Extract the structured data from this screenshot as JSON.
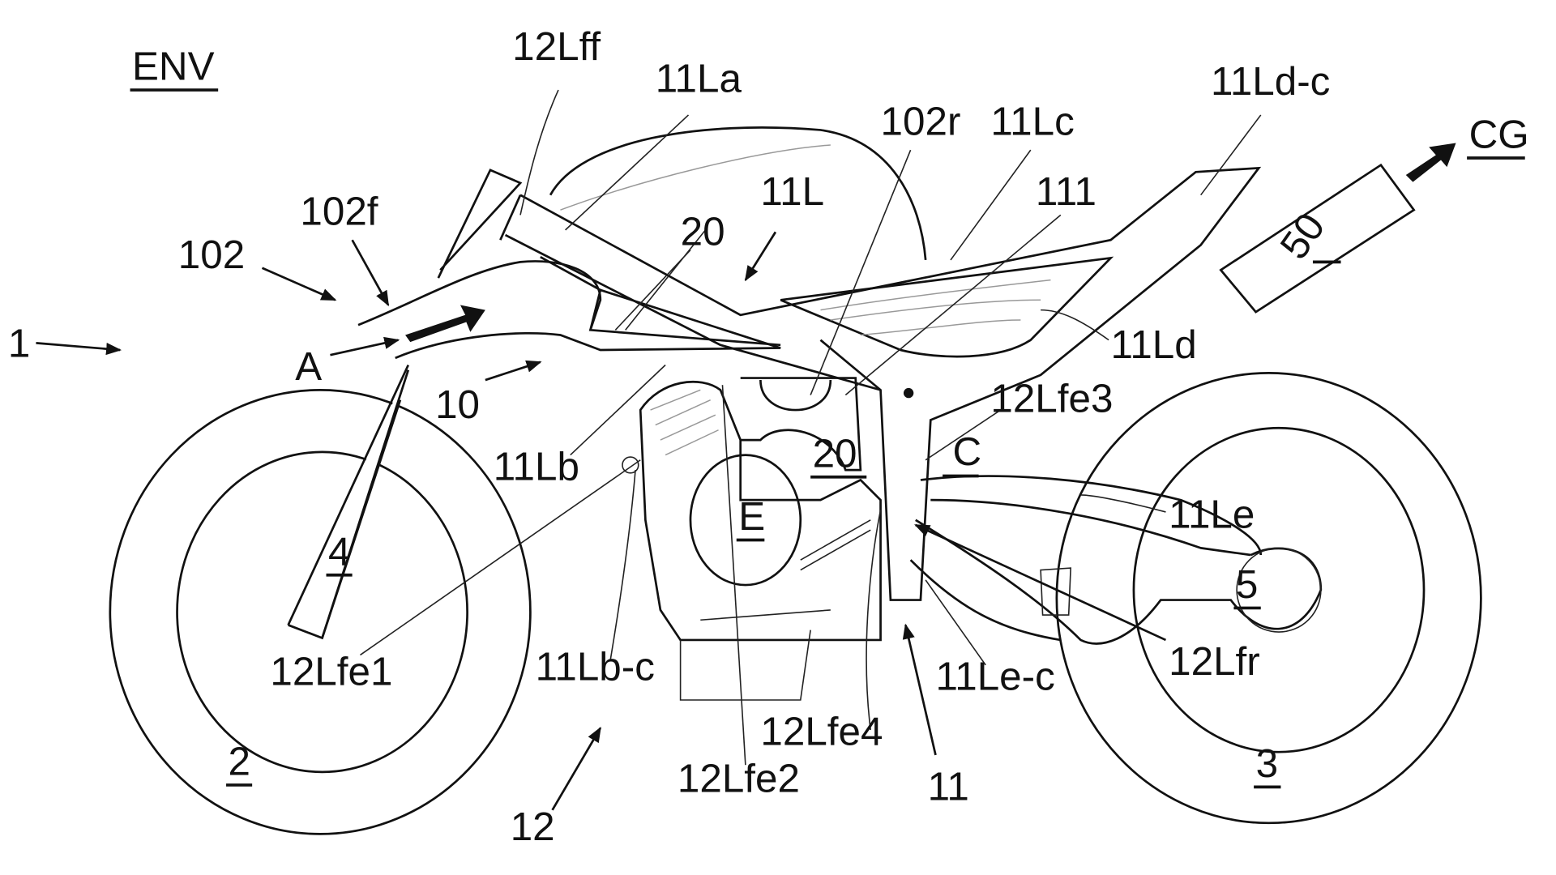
{
  "figure": {
    "labels": {
      "env": "ENV",
      "l12Lff": "12Lff",
      "l11La": "11La",
      "l102r": "102r",
      "l11Lc": "11Lc",
      "l11Ldc": "11Ld-c",
      "cg": "CG",
      "l102f": "102f",
      "l11L": "11L",
      "l111": "111",
      "l20a": "20",
      "l102": "102",
      "l50": "50",
      "l1": "1",
      "a": "A",
      "l11Ld": "11Ld",
      "l10": "10",
      "l12Lfe3": "12Lfe3",
      "l11Lb": "11Lb",
      "l20b": "20",
      "c": "C",
      "e": "E",
      "l11Le": "11Le",
      "l4": "4",
      "l5": "5",
      "l12Lfe1": "12Lfe1",
      "l11Lbc": "11Lb-c",
      "l11Lec": "11Le-c",
      "l12Lfr": "12Lfr",
      "l12Lfe4": "12Lfe4",
      "l2": "2",
      "l12Lfe2": "12Lfe2",
      "l11": "11",
      "l3": "3",
      "l12": "12"
    }
  }
}
